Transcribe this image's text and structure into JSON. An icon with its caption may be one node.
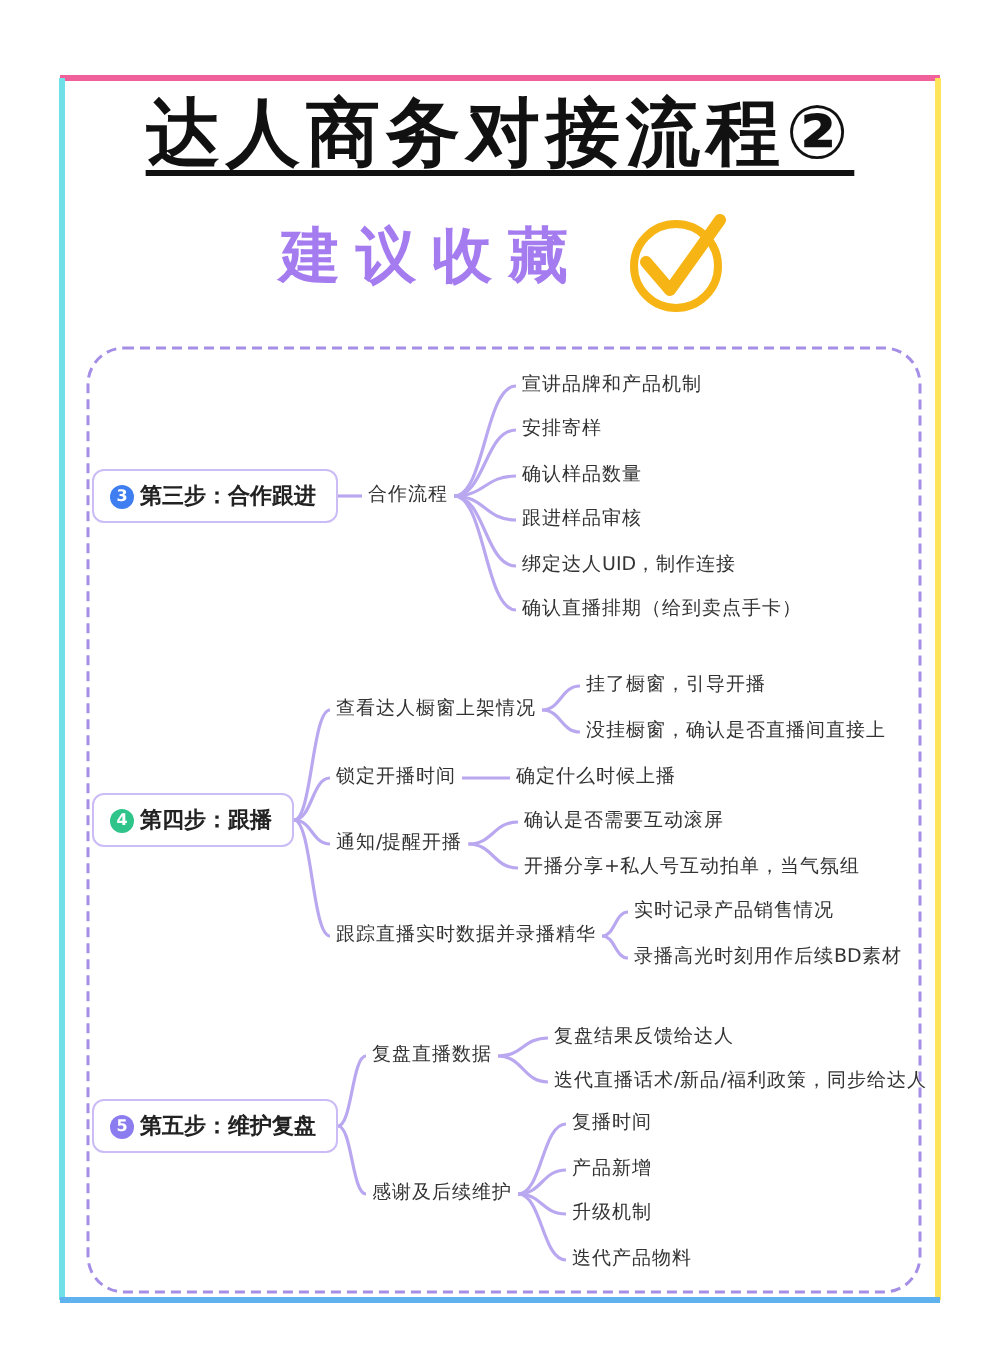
{
  "diagram": {
    "title": "达人商务对接流程②",
    "nodes": [
      {
        "text": [
          "3",
          "第三步：合作跟进"
        ]
      },
      {
        "text": [
          "合作流程"
        ]
      },
      {
        "text": [
          "宣讲品牌和产品机制"
        ]
      },
      {
        "text": [
          "安排寄样"
        ]
      },
      {
        "text": [
          "确认样品数量"
        ]
      },
      {
        "text": [
          "跟进样品审核"
        ]
      },
      {
        "text": [
          "绑定达人UID，制作连接"
        ]
      },
      {
        "text": [
          "确认直播排期（给到卖点手卡）"
        ]
      },
      {
        "text": [
          "4",
          "第四步：跟播"
        ]
      },
      {
        "text": [
          "查看达人橱窗上架情况"
        ]
      },
      {
        "text": [
          "挂了橱窗，引导开播"
        ]
      },
      {
        "text": [
          "没挂橱窗，确认是否直播间直接上"
        ]
      },
      {
        "text": [
          "锁定开播时间"
        ]
      },
      {
        "text": [
          "确定什么时候上播"
        ]
      },
      {
        "text": [
          "通知/提醒开播"
        ]
      },
      {
        "text": [
          "确认是否需要互动滚屏"
        ]
      },
      {
        "text": [
          "开播分享+私人号互动拍单，当气氛组"
        ]
      },
      {
        "text": [
          "跟踪直播实时数据并录播精华"
        ]
      },
      {
        "text": [
          "实时记录产品销售情况"
        ]
      },
      {
        "text": [
          "录播高光时刻用作后续BD素材"
        ]
      },
      {
        "text": [
          "5",
          "第五步：维护复盘"
        ]
      },
      {
        "text": [
          "复盘直播数据"
        ]
      },
      {
        "text": [
          "复盘结果反馈给达人"
        ]
      },
      {
        "text": [
          "迭代直播话术/新品/福利政策，同步给达人"
        ]
      },
      {
        "text": [
          "感谢及后续维护"
        ]
      },
      {
        "text": [
          "复播时间"
        ]
      },
      {
        "text": [
          "产品新增"
        ]
      },
      {
        "text": [
          "升级机制"
        ]
      },
      {
        "text": [
          "迭代产品物料"
        ]
      }
    ],
    "edges": [
      {
        "from": 0,
        "to": 1,
        "arrow": "none"
      },
      {
        "from": 1,
        "to": 2,
        "arrow": "none"
      },
      {
        "from": 1,
        "to": 3,
        "arrow": "none"
      },
      {
        "from": 1,
        "to": 4,
        "arrow": "none"
      },
      {
        "from": 1,
        "to": 5,
        "arrow": "none"
      },
      {
        "from": 1,
        "to": 6,
        "arrow": "none"
      },
      {
        "from": 1,
        "to": 7,
        "arrow": "none"
      },
      {
        "from": 8,
        "to": 9,
        "arrow": "none"
      },
      {
        "from": 9,
        "to": 10,
        "arrow": "none"
      },
      {
        "from": 9,
        "to": 11,
        "arrow": "none"
      },
      {
        "from": 8,
        "to": 12,
        "arrow": "none"
      },
      {
        "from": 12,
        "to": 13,
        "arrow": "none"
      },
      {
        "from": 8,
        "to": 14,
        "arrow": "none"
      },
      {
        "from": 14,
        "to": 15,
        "arrow": "none"
      },
      {
        "from": 14,
        "to": 16,
        "arrow": "none"
      },
      {
        "from": 8,
        "to": 17,
        "arrow": "none"
      },
      {
        "from": 17,
        "to": 18,
        "arrow": "none"
      },
      {
        "from": 17,
        "to": 19,
        "arrow": "none"
      },
      {
        "from": 20,
        "to": 21,
        "arrow": "none"
      },
      {
        "from": 21,
        "to": 22,
        "arrow": "none"
      },
      {
        "from": 21,
        "to": 23,
        "arrow": "none"
      },
      {
        "from": 20,
        "to": 24,
        "arrow": "none"
      },
      {
        "from": 24,
        "to": 25,
        "arrow": "none"
      },
      {
        "from": 24,
        "to": 26,
        "arrow": "none"
      },
      {
        "from": 24,
        "to": 27,
        "arrow": "none"
      },
      {
        "from": 24,
        "to": 28,
        "arrow": "none"
      }
    ],
    "labels": [
      "建议收藏"
    ]
  }
}
